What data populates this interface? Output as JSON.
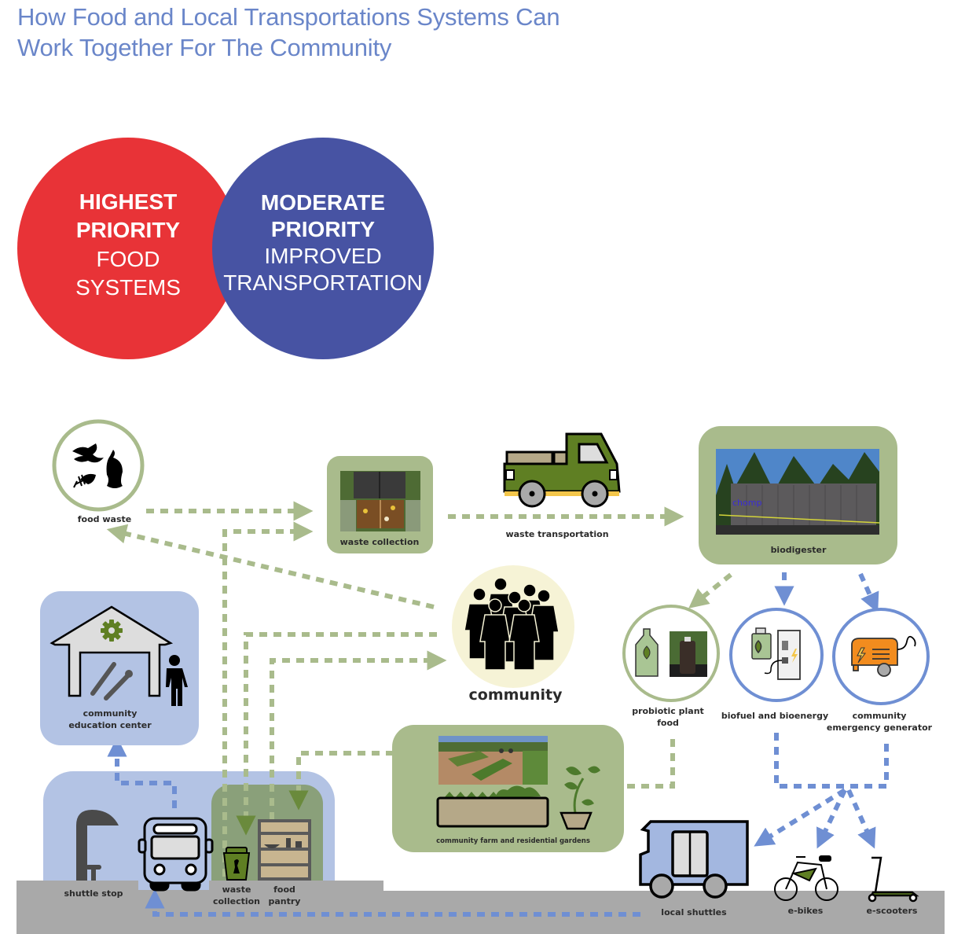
{
  "title": {
    "line1": "How Food and Local Transportations Systems Can",
    "line2": "Work Together For The Community"
  },
  "priorities": [
    {
      "lines": [
        "HIGHEST",
        "PRIORITY",
        "FOOD",
        "SYSTEMS"
      ],
      "color": "#e83337"
    },
    {
      "lines": [
        "MODERATE",
        "PRIORITY",
        "IMPROVED",
        "TRANSPORTATION"
      ],
      "color": "#4753a3"
    }
  ],
  "nodes": {
    "food_waste": "food waste",
    "waste_collection_top": "waste collection",
    "waste_transportation": "waste transportation",
    "biodigester": "biodigester",
    "biodigester_sign": "chomp",
    "community": "community",
    "education_center": [
      "community",
      "education center"
    ],
    "probiotic": [
      "probiotic plant",
      "food"
    ],
    "biofuel": "biofuel and bioenergy",
    "generator": [
      "community",
      "emergency generator"
    ],
    "farm": "community farm and  residential gardens",
    "shuttle_stop": "shuttle stop",
    "waste_collection_bottom": [
      "waste",
      "collection"
    ],
    "food_pantry": [
      "food",
      "pantry"
    ],
    "local_shuttles": "local shuttles",
    "ebikes": "e-bikes",
    "escooters": "e-scooters"
  },
  "colors": {
    "food_green": "#a9bb8c",
    "transport_blue": "#6f8fd3",
    "panel_blue": "#b3c3e4",
    "ground": "#a9a9a9",
    "truck_green": "#5f7f23",
    "generator_orange": "#f28c1e",
    "community_bg": "#f6f3d6"
  }
}
